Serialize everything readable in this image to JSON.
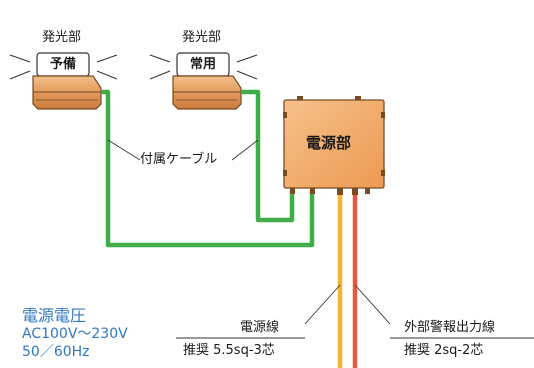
{
  "lamps": [
    {
      "emitter_label": "発光部",
      "box_label": "予備"
    },
    {
      "emitter_label": "発光部",
      "box_label": "常用"
    }
  ],
  "cable_label": "付属ケーブル",
  "power_unit_label": "電源部",
  "spec": {
    "title": "電源電圧",
    "voltage": "AC100V～230V",
    "frequency": "50／60Hz"
  },
  "wires": [
    {
      "name": "電源線",
      "recommendation": "推奨 5.5sq-3芯",
      "color": "#f2b531"
    },
    {
      "name": "外部警報出力線",
      "recommendation": "推奨 2sq-2芯",
      "color": "#e8583e"
    }
  ],
  "colors": {
    "lamp_body": "#e39a5c",
    "power_unit": "#f0a861",
    "cable_green": "#3fae49",
    "spec_blue": "#2f78c4"
  }
}
